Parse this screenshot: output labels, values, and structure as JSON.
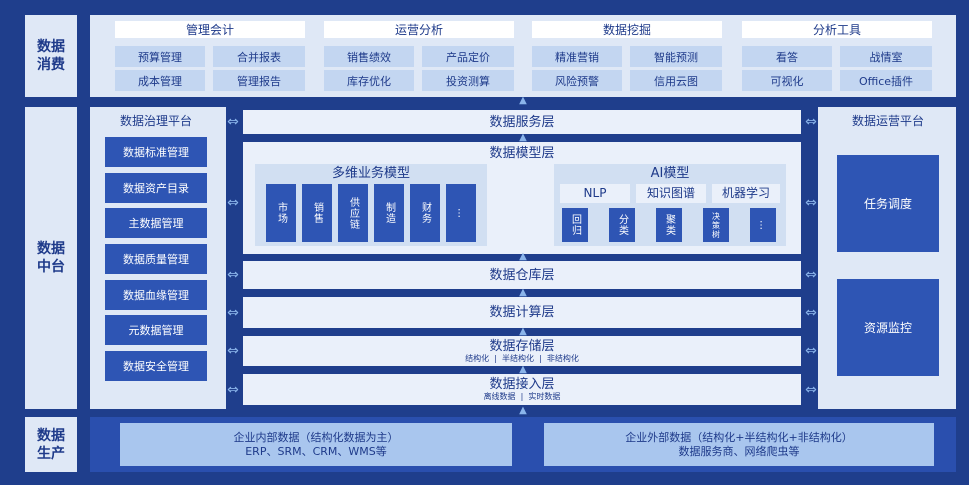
{
  "left_labels": {
    "consume": "数据\n消费",
    "middle": "数据\n中台",
    "produce": "数据\n生产"
  },
  "consume": {
    "groups": [
      {
        "title": "管理会计",
        "items": [
          "预算管理",
          "合并报表",
          "成本管理",
          "管理报告"
        ]
      },
      {
        "title": "运营分析",
        "items": [
          "销售绩效",
          "产品定价",
          "库存优化",
          "投资测算"
        ]
      },
      {
        "title": "数据挖掘",
        "items": [
          "精准营销",
          "智能预测",
          "风险预警",
          "信用云图"
        ]
      },
      {
        "title": "分析工具",
        "items": [
          "看答",
          "战情室",
          "可视化",
          "Office插件"
        ]
      }
    ]
  },
  "governance": {
    "title": "数据治理平台",
    "items": [
      "数据标准管理",
      "数据资产目录",
      "主数据管理",
      "数据质量管理",
      "数据血缘管理",
      "元数据管理",
      "数据安全管理"
    ]
  },
  "operations": {
    "title": "数据运营平台",
    "items": [
      "任务调度",
      "资源监控"
    ]
  },
  "layers": {
    "service": "数据服务层",
    "model": "数据模型层",
    "warehouse": "数据仓库层",
    "compute": "数据计算层",
    "storage": "数据存储层",
    "storage_sub": "结构化  |  半结构化  |  非结构化",
    "access": "数据接入层",
    "access_sub": "离线数据  |  实时数据"
  },
  "multi_model": {
    "title": "多维业务模型",
    "items": [
      "市场",
      "销售",
      "供应链",
      "制造",
      "财务",
      "…"
    ]
  },
  "ai_model": {
    "title": "AI模型",
    "heads": [
      "NLP",
      "知识图谱",
      "机器学习"
    ],
    "items": [
      "回归",
      "分类",
      "聚类",
      "决策树",
      "…"
    ]
  },
  "produce": {
    "internal_l1": "企业内部数据（结构化数据为主）",
    "internal_l2": "ERP、SRM、CRM、WMS等",
    "external_l1": "企业外部数据（结构化+半结构化+非结构化）",
    "external_l2": "数据服务商、网络爬虫等"
  },
  "icons": {
    "left_right_arrow": "⇔",
    "up_arrow": "▲"
  }
}
